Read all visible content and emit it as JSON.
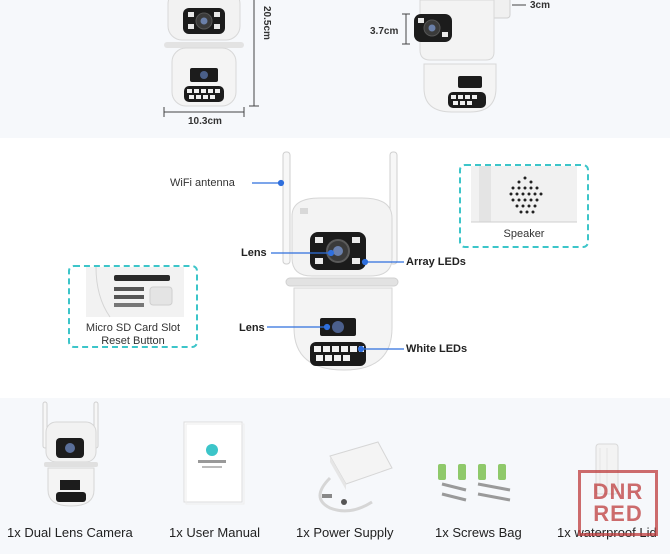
{
  "dimensions": {
    "height": "20.5cm",
    "width": "10.3cm",
    "lens_offset": "3.7cm",
    "top_offset": "3cm"
  },
  "callouts": {
    "wifi_antenna": "WiFi antenna",
    "lens_top": "Lens",
    "lens_bottom": "Lens",
    "array_leds": "Array LEDs",
    "white_leds": "White LEDs",
    "speaker": "Speaker",
    "sd_slot_line1": "Micro SD Card Slot",
    "sd_slot_line2": "Reset Button"
  },
  "package": [
    {
      "label": "1x Dual Lens Camera",
      "icon": "camera-icon"
    },
    {
      "label": "1x User Manual",
      "icon": "manual-icon"
    },
    {
      "label": "1x Power Supply",
      "icon": "power-supply-icon"
    },
    {
      "label": "1x Screws Bag",
      "icon": "screws-icon"
    },
    {
      "label": "1x waterproof Lid",
      "icon": "lid-icon"
    }
  ],
  "watermark": {
    "line1": "DNR",
    "line2": "RED"
  },
  "colors": {
    "accent": "#3cc5c9",
    "pointer": "#2f6fdd",
    "watermark": "#be3c3c"
  }
}
